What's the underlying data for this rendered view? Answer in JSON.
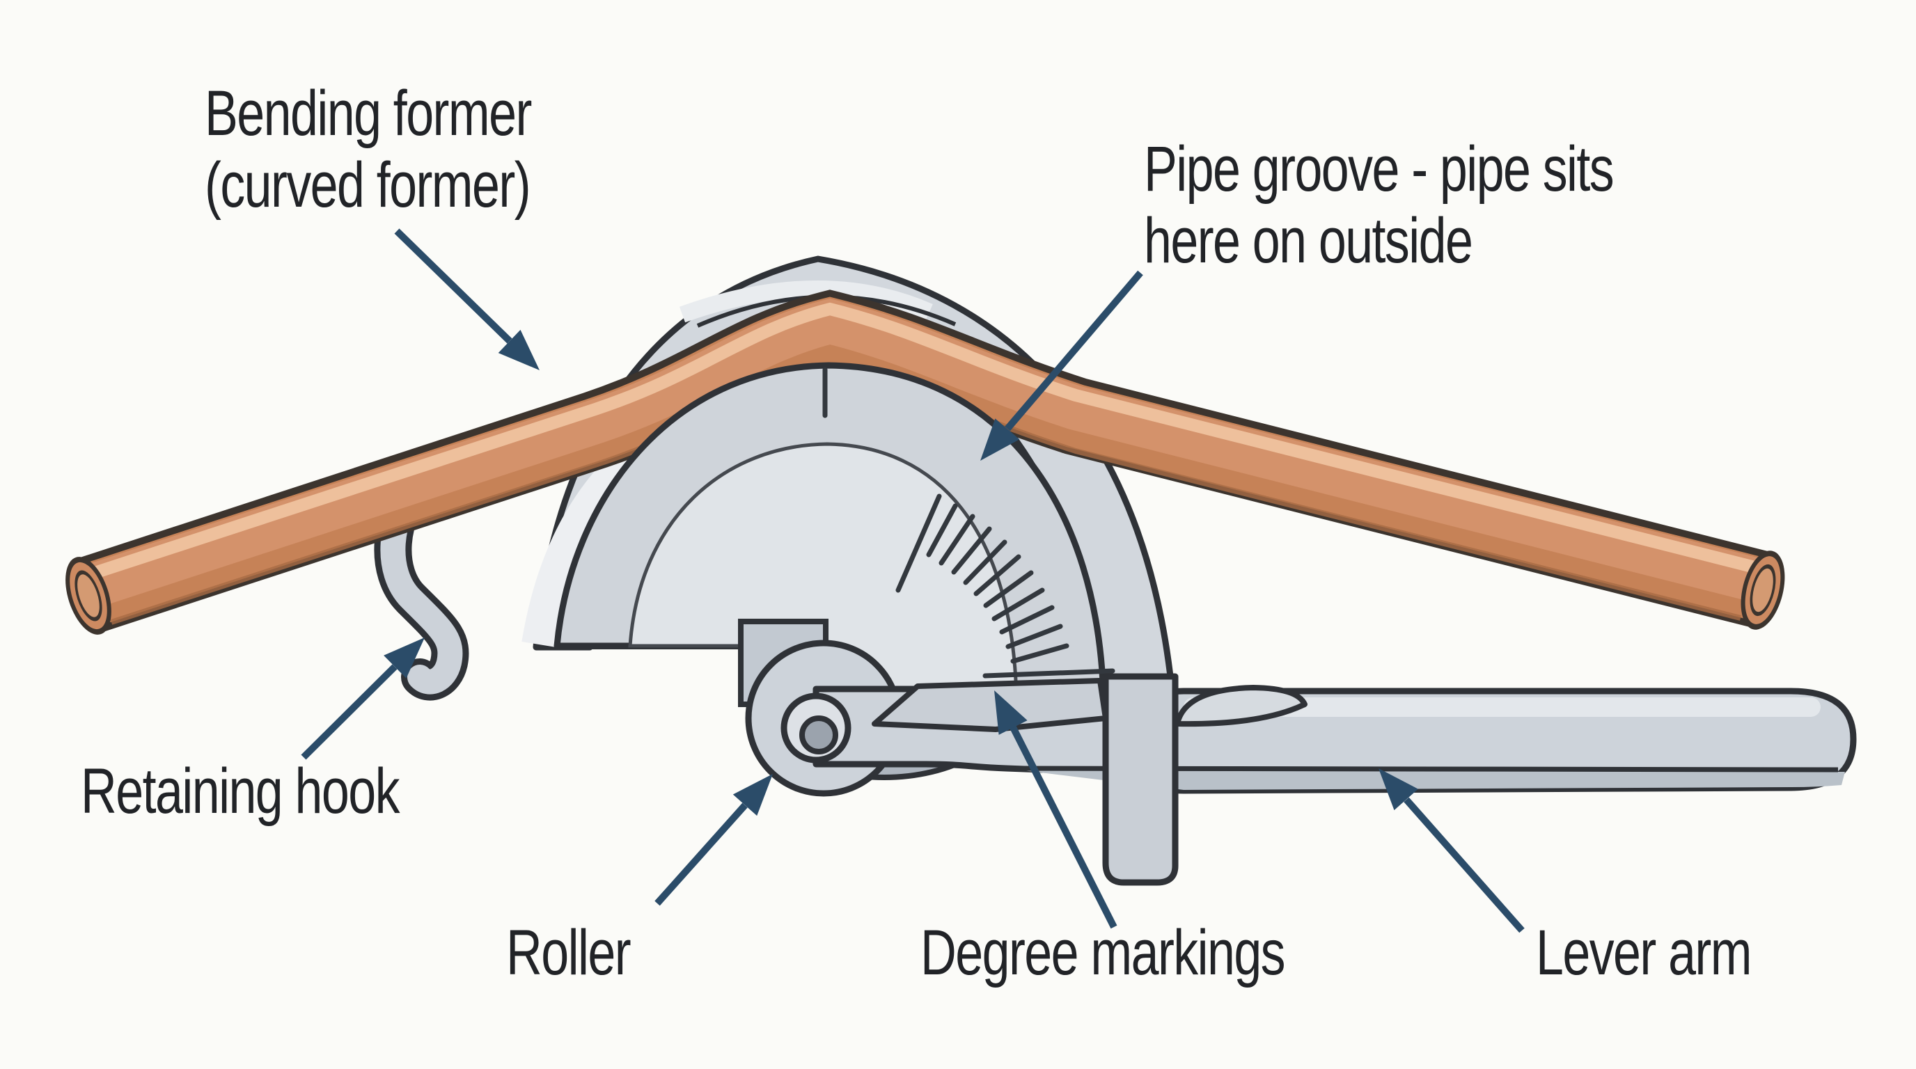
{
  "diagram": {
    "title_context": "Pipe bender parts diagram",
    "background_color": "#fbfbf8",
    "arrow_color": "#2b4c69",
    "text_color": "#212327",
    "copper_pipe_color": "#d08d65",
    "steel_body_color": "#d2d7dd",
    "outline_color": "#2f3237",
    "labels": {
      "bending_former_line1": "Bending former",
      "bending_former_line2": "(curved former)",
      "pipe_groove_line1": "Pipe groove - pipe sits",
      "pipe_groove_line2": "here on outside",
      "retaining_hook": "Retaining hook",
      "roller": "Roller",
      "degree_markings": "Degree markings",
      "lever_arm": "Lever arm"
    }
  }
}
